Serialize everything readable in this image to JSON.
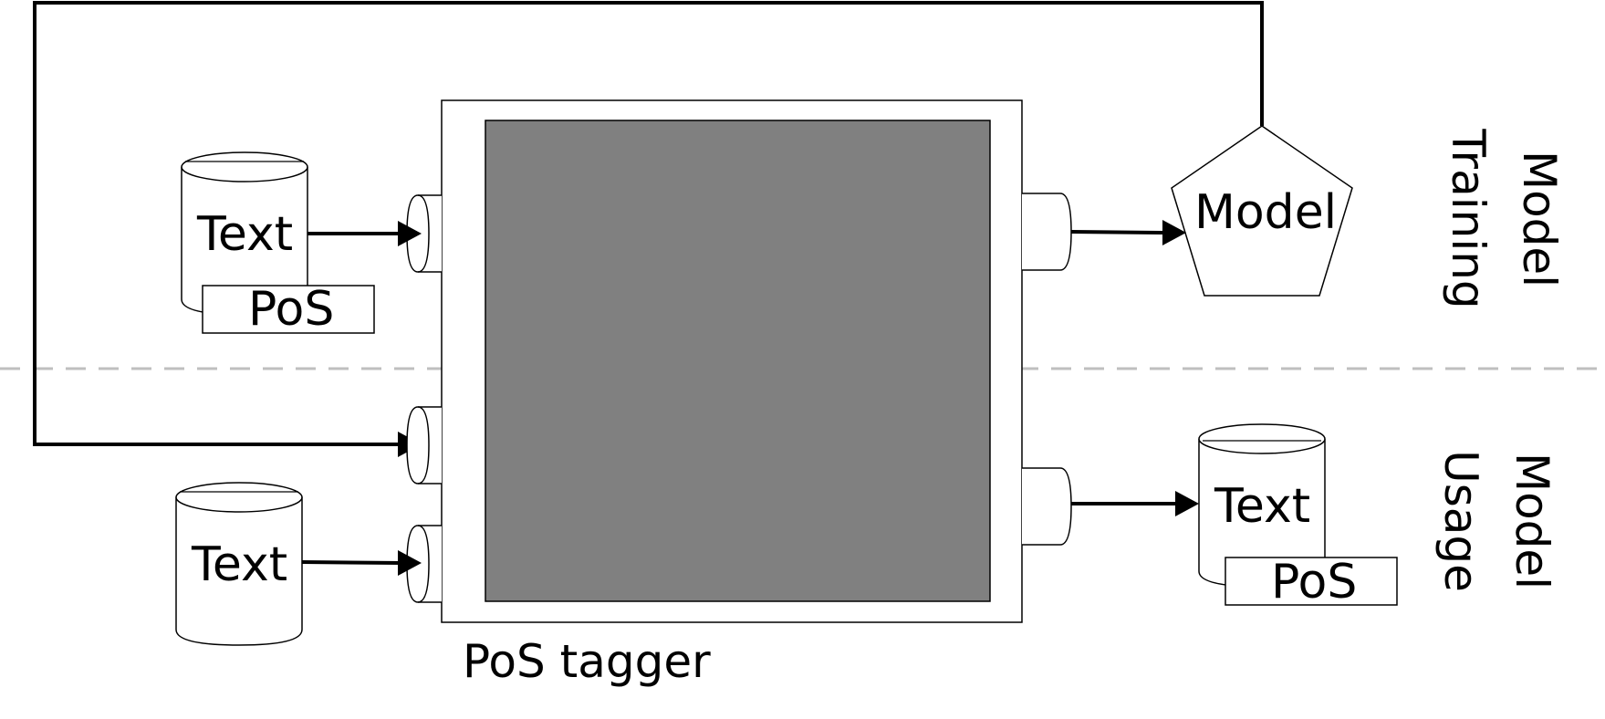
{
  "diagram": {
    "tagger_label": "PoS tagger",
    "model_label": "Model",
    "training_text_label": "Text",
    "training_pos_label": "PoS",
    "usage_input_text_label": "Text",
    "usage_output_text_label": "Text",
    "usage_output_pos_label": "PoS",
    "section_training": {
      "line1": "Model",
      "line2": "Training"
    },
    "section_usage": {
      "line1": "Model",
      "line2": "Usage"
    },
    "colors": {
      "tagger_core": "#808080",
      "divider": "#bfbfbf",
      "stroke": "#000000"
    }
  }
}
